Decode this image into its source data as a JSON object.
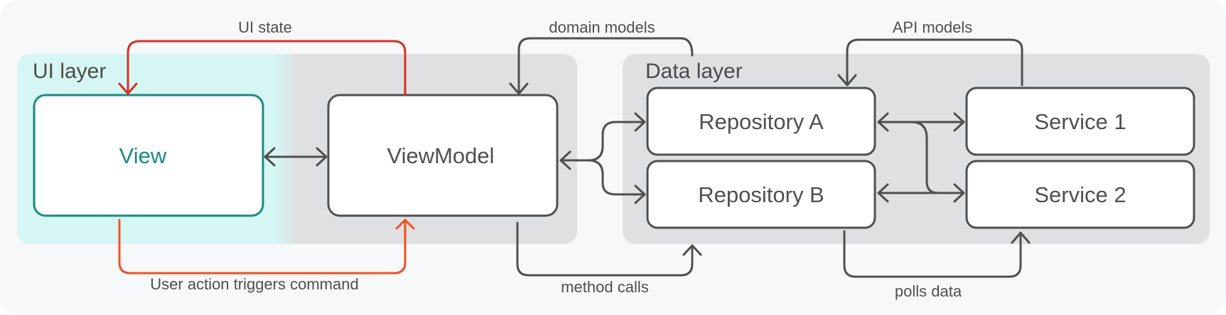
{
  "layers": {
    "ui": {
      "title": "UI layer"
    },
    "data": {
      "title": "Data layer"
    }
  },
  "nodes": {
    "view": "View",
    "viewmodel": "ViewModel",
    "repo_a": "Repository A",
    "repo_b": "Repository B",
    "service_1": "Service  1",
    "service_2": "Service 2"
  },
  "edges": {
    "ui_state": "UI state",
    "user_action": "User action triggers command",
    "domain_models": "domain models",
    "method_calls": "method calls",
    "api_models": "API models",
    "polls_data": "polls data"
  },
  "colors": {
    "ui_state_arrow": "#d93025",
    "user_action_arrow": "#f4511e",
    "view_accent": "#1b8a80",
    "default_arrow": "#4f4f4f"
  }
}
